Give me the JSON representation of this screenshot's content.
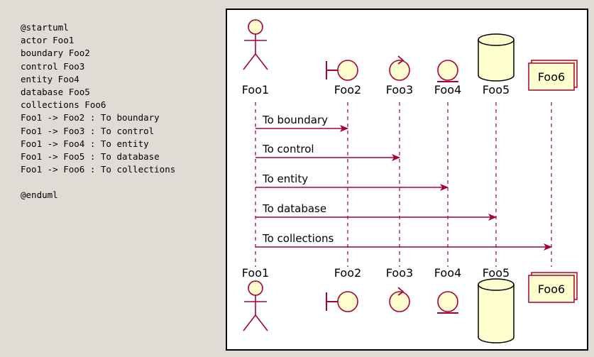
{
  "source_code": [
    "@startuml",
    "actor Foo1",
    "boundary Foo2",
    "control Foo3",
    "entity Foo4",
    "database Foo5",
    "collections Foo6",
    "Foo1 -> Foo2 : To boundary",
    "Foo1 -> Foo3 : To control",
    "Foo1 -> Foo4 : To entity",
    "Foo1 -> Foo5 : To database",
    "Foo1 -> Foo6 : To collections",
    "",
    "@enduml"
  ],
  "diagram": {
    "participants": [
      {
        "id": "Foo1",
        "label": "Foo1",
        "kind": "actor"
      },
      {
        "id": "Foo2",
        "label": "Foo2",
        "kind": "boundary"
      },
      {
        "id": "Foo3",
        "label": "Foo3",
        "kind": "control"
      },
      {
        "id": "Foo4",
        "label": "Foo4",
        "kind": "entity"
      },
      {
        "id": "Foo5",
        "label": "Foo5",
        "kind": "database"
      },
      {
        "id": "Foo6",
        "label": "Foo6",
        "kind": "collections"
      }
    ],
    "messages": [
      {
        "from": "Foo1",
        "to": "Foo2",
        "label": "To boundary"
      },
      {
        "from": "Foo1",
        "to": "Foo3",
        "label": "To control"
      },
      {
        "from": "Foo1",
        "to": "Foo4",
        "label": "To entity"
      },
      {
        "from": "Foo1",
        "to": "Foo5",
        "label": "To database"
      },
      {
        "from": "Foo1",
        "to": "Foo6",
        "label": "To collections"
      }
    ],
    "colors": {
      "line": "#a80036",
      "fill": "#fefece",
      "text": "#000000"
    }
  }
}
